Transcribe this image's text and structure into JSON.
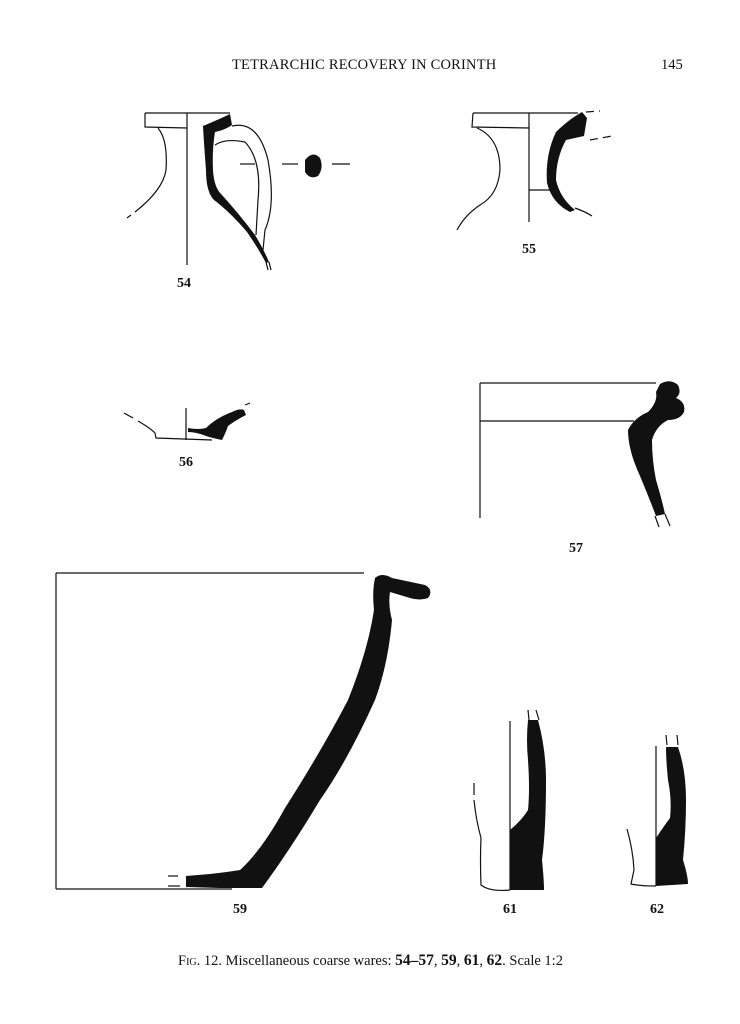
{
  "header": {
    "running_title": "TETRARCHIC RECOVERY IN CORINTH",
    "page_number": "145"
  },
  "figure": {
    "items": [
      {
        "id": "54",
        "label": "54"
      },
      {
        "id": "55",
        "label": "55"
      },
      {
        "id": "56",
        "label": "56"
      },
      {
        "id": "57",
        "label": "57"
      },
      {
        "id": "59",
        "label": "59"
      },
      {
        "id": "61",
        "label": "61"
      },
      {
        "id": "62",
        "label": "62"
      }
    ],
    "caption": {
      "prefix": "Fig.",
      "number": " 12. ",
      "text": "Miscellaneous coarse wares: ",
      "catalog_range": "54–57",
      "sep1": ", ",
      "cat_a": "59",
      "sep2": ", ",
      "cat_b": "61",
      "sep3": ", ",
      "cat_c": "62",
      "scale": ". Scale 1:2"
    }
  },
  "colors": {
    "ink": "#111111",
    "paper": "#ffffff"
  }
}
